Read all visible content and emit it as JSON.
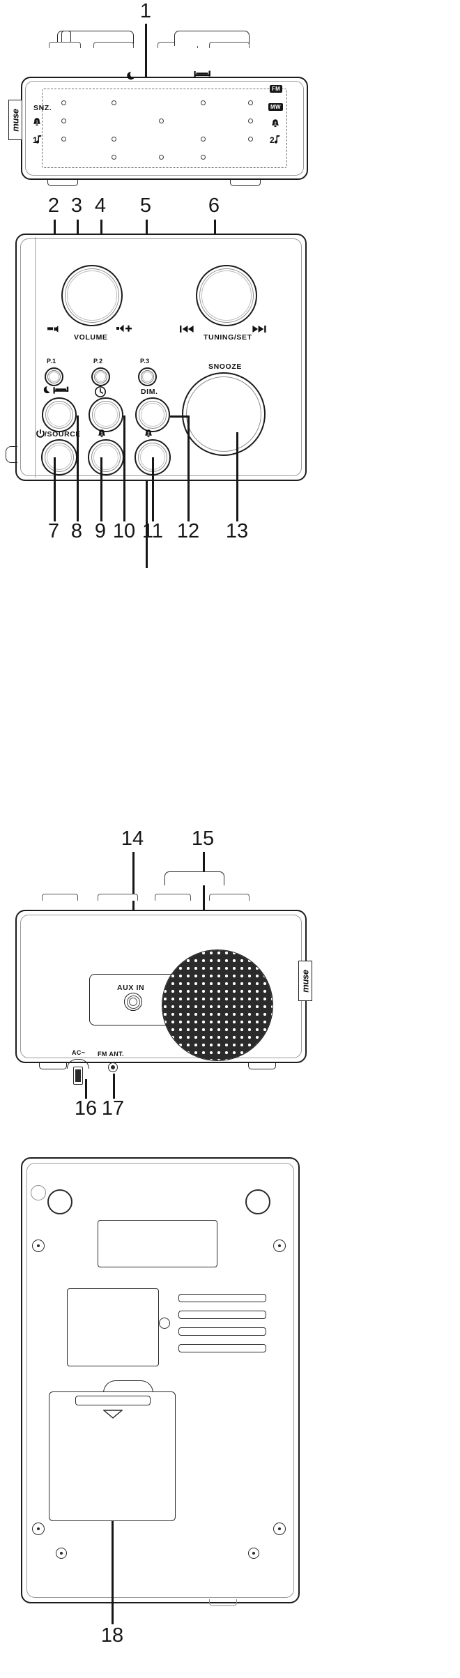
{
  "document": {
    "type": "product-callout-diagram",
    "brand": "muse",
    "views": [
      {
        "id": "view-top-display",
        "name": "Top display panel"
      },
      {
        "id": "view-control-panel",
        "name": "Control panel"
      },
      {
        "id": "view-rear",
        "name": "Rear / side panel"
      },
      {
        "id": "view-bottom",
        "name": "Bottom panel"
      }
    ]
  },
  "callouts": [
    {
      "n": "1",
      "target": "lcd-display"
    },
    {
      "n": "2",
      "target": "volume-down"
    },
    {
      "n": "3",
      "target": "volume-knob"
    },
    {
      "n": "4",
      "target": "volume-up"
    },
    {
      "n": "5",
      "target": "preset-3-dim"
    },
    {
      "n": "6",
      "target": "tuning-set-knob"
    },
    {
      "n": "7",
      "target": "power-source-button"
    },
    {
      "n": "8",
      "target": "sleep-nap-button"
    },
    {
      "n": "9",
      "target": "alarm-1-button"
    },
    {
      "n": "10",
      "target": "clock-button"
    },
    {
      "n": "11",
      "target": "alarm-2-button"
    },
    {
      "n": "12",
      "target": "dim-button"
    },
    {
      "n": "13",
      "target": "snooze-button"
    },
    {
      "n": "14",
      "target": "aux-in-jack"
    },
    {
      "n": "15",
      "target": "speaker-grille"
    },
    {
      "n": "16",
      "target": "ac-power-cord"
    },
    {
      "n": "17",
      "target": "fm-antenna"
    },
    {
      "n": "18",
      "target": "battery-compartment"
    }
  ],
  "view_display": {
    "brand": "muse",
    "indicators": {
      "snooze": "SNZ.",
      "fm": "FM",
      "mw": "MW",
      "sleep_icon": "moon-icon",
      "nap_icon": "bed-icon",
      "alarm1_left_icon": "bell-1-icon",
      "alarm2_left_icon": "note-1-icon",
      "alarm1_right_icon": "bell-2-icon",
      "alarm2_right_icon": "note-2-icon"
    }
  },
  "view_controls": {
    "brand": "muse",
    "volume_label": "VOLUME",
    "volume_down_icon": "volume-down-icon",
    "volume_up_icon": "volume-up-icon",
    "tuning_label": "TUNING/SET",
    "tuning_prev_icon": "skip-back-icon",
    "tuning_next_icon": "skip-forward-icon",
    "preset_1": "P.1",
    "preset_2": "P.2",
    "preset_3": "P.3",
    "snooze_label": "SNOOZE",
    "sleep_nap_icons": "moon-bed-icon",
    "clock_icon": "clock-icon",
    "dim_label": "DIM.",
    "power_source_label": "/SOURCE",
    "power_icon": "power-icon",
    "alarm_1_icon": "bell-1-icon",
    "alarm_2_icon": "bell-2-icon"
  },
  "view_rear": {
    "brand": "muse",
    "aux_in_label": "AUX IN",
    "ac_label": "AC~",
    "fm_ant_label": "FM ANT.",
    "grille": "speaker-grille"
  },
  "view_bottom": {
    "battery_door": "battery-compartment-door",
    "arrow_icon": "open-arrow-icon"
  }
}
